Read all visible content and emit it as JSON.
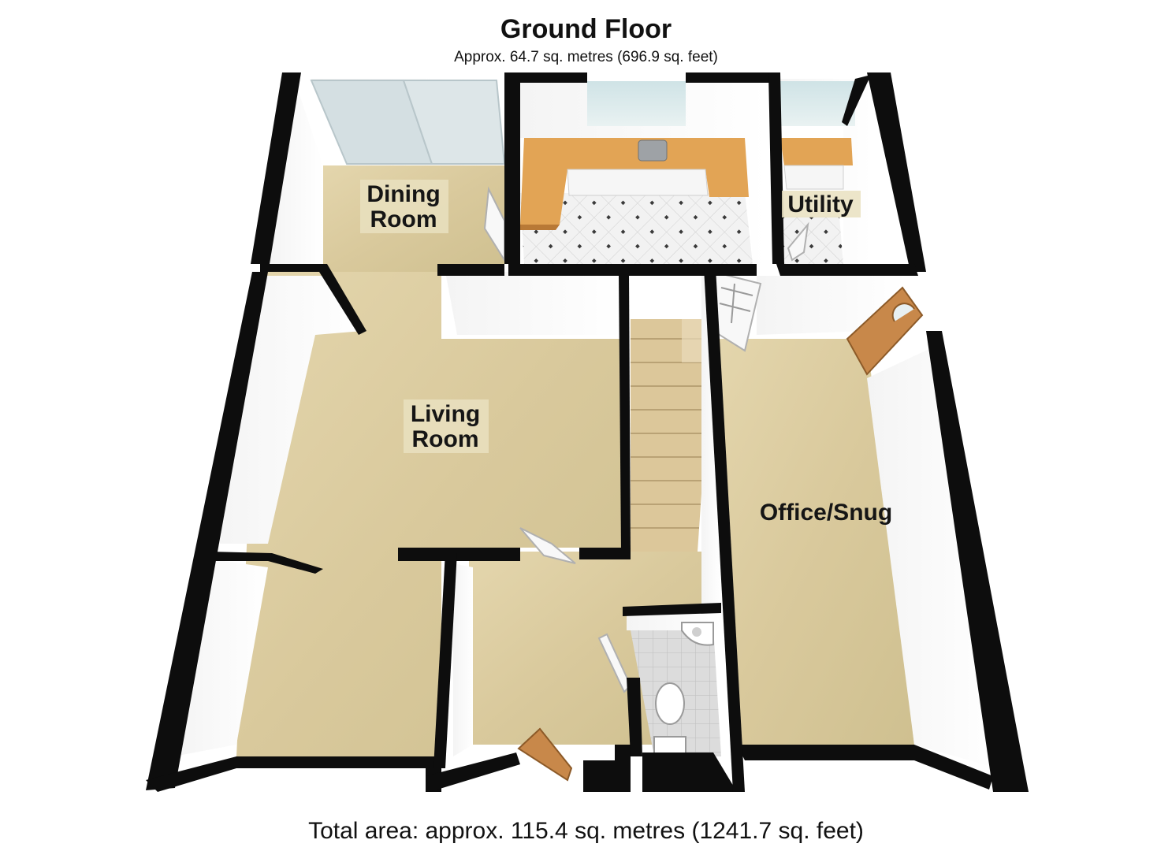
{
  "header": {
    "title": "Ground Floor",
    "subtitle": "Approx. 64.7 sq. metres (696.9 sq. feet)"
  },
  "rooms": {
    "dining_line1": "Dining",
    "dining_line2": "Room",
    "living_line1": "Living",
    "living_line2": "Room",
    "utility": "Utility",
    "office": "Office/Snug"
  },
  "footer": {
    "total": "Total area: approx. 115.4 sq. metres (1241.7 sq. feet)"
  },
  "colors": {
    "carpet": "#d8c9a0",
    "wall_top": "#0d0d0d",
    "wall_face": "#ffffff",
    "kitchen_counter": "#e2a455",
    "tile": "#f1f1f1",
    "door": "#c8884a",
    "stairs": "#dcc79a"
  }
}
